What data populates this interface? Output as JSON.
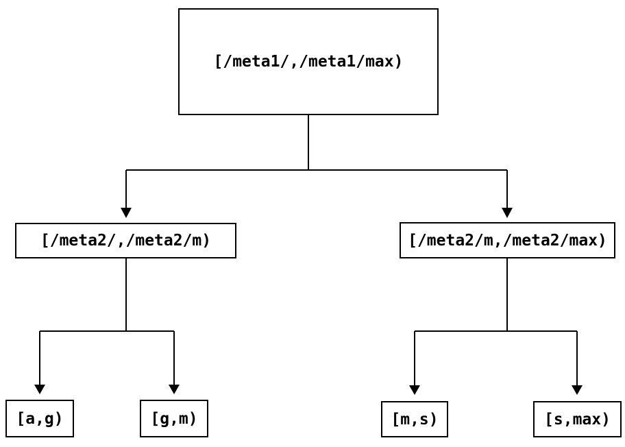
{
  "diagram": {
    "type": "tree",
    "background_color": "#ffffff",
    "line_color": "#000000",
    "node_border_color": "#000000",
    "node_fill_color": "#ffffff",
    "text_color": "#000000",
    "nodes": {
      "root": {
        "label": "[/meta1/,/meta1/max)"
      },
      "mid_left": {
        "label": "[/meta2/,/meta2/m)"
      },
      "mid_right": {
        "label": "[/meta2/m,/meta2/max)"
      },
      "leaf_ag": {
        "label": "[a,g)"
      },
      "leaf_gm": {
        "label": "[g,m)"
      },
      "leaf_ms": {
        "label": "[m,s)"
      },
      "leaf_smax": {
        "label": "[s,max)"
      }
    },
    "hierarchy": {
      "root": "[/meta1/,/meta1/max)",
      "children": [
        {
          "node": "[/meta2/,/meta2/m)",
          "children": [
            {
              "node": "[a,g)"
            },
            {
              "node": "[g,m)"
            }
          ]
        },
        {
          "node": "[/meta2/m,/meta2/max)",
          "children": [
            {
              "node": "[m,s)"
            },
            {
              "node": "[s,max)"
            }
          ]
        }
      ]
    }
  }
}
